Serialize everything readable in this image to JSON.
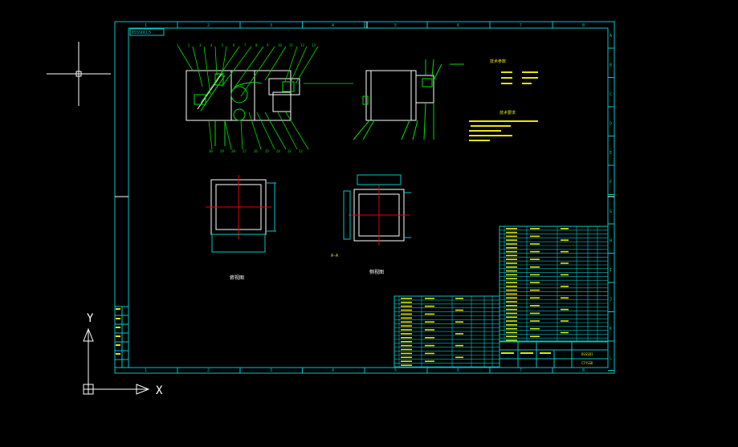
{
  "drawing": {
    "title_tag": "DSSSDCL5",
    "view_labels": [
      "A-A",
      "俯视图",
      "侧视图"
    ],
    "axis": {
      "y_label": "Y",
      "x_label": "X"
    },
    "border_columns": [
      "1",
      "2",
      "3",
      "4",
      "5",
      "6",
      "7",
      "8"
    ],
    "border_rows": [
      "A",
      "B",
      "C",
      "D",
      "E",
      "F",
      "G",
      "H",
      "I",
      "J",
      "K",
      "L"
    ],
    "tech_title_1": "技术参数",
    "tech_title_2": "技术要求",
    "part_callouts_top": [
      "1",
      "2",
      "3",
      "4",
      "5",
      "6",
      "7",
      "8",
      "9",
      "10",
      "11",
      "12",
      "13"
    ],
    "part_callouts_bottom": [
      "30",
      "29",
      "28",
      "27",
      "26",
      "25",
      "24",
      "23",
      "22"
    ],
    "title_block": {
      "code_1": "DSSSD1",
      "code_2": "CTYSSD"
    }
  },
  "colors": {
    "frame": "#00c8c8",
    "geometry": "#ffffff",
    "annotation": "#00e000",
    "centerline": "#e00000",
    "text_note": "#e6e600",
    "background": "#000000"
  }
}
